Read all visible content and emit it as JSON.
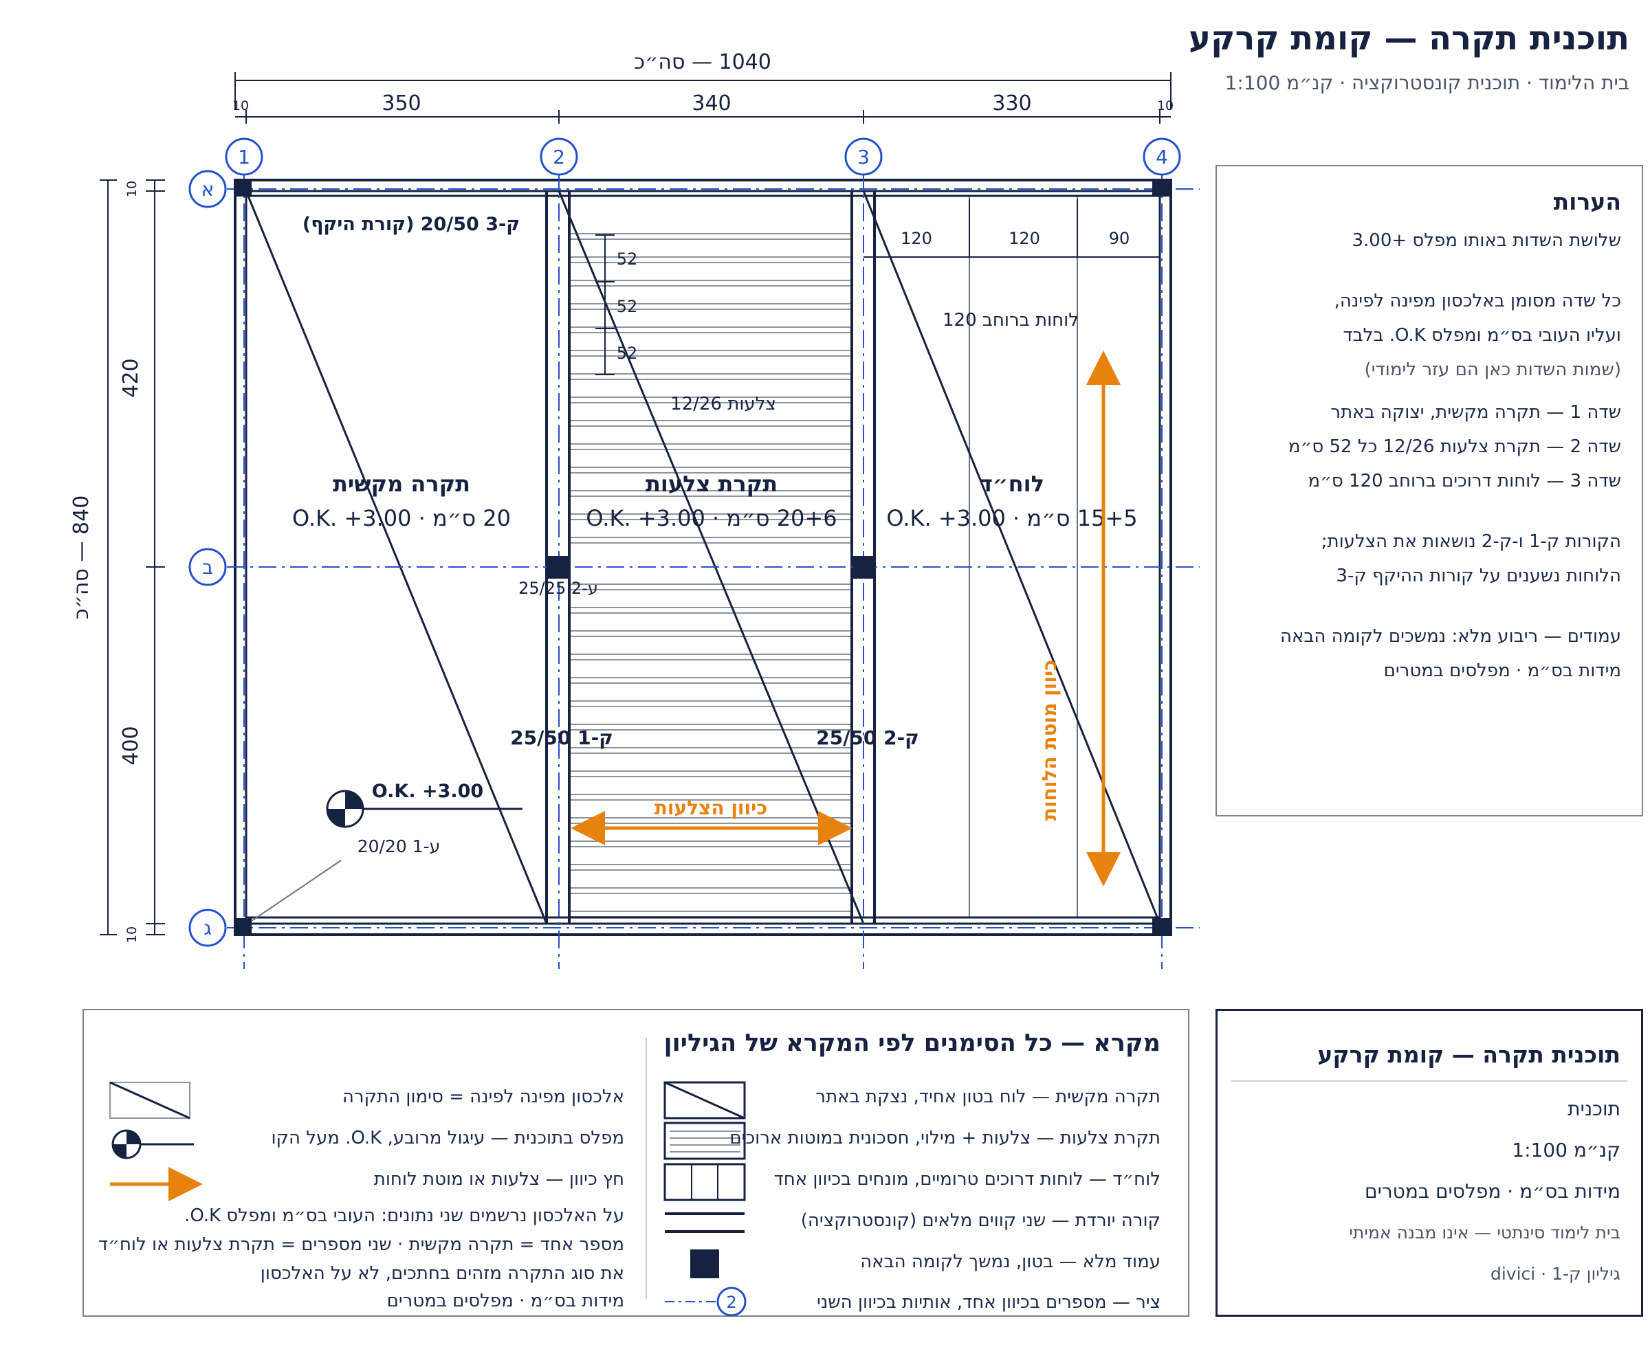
{
  "header": {
    "title": "תוכנית תקרה — קומת קרקע",
    "subtitle": "בית הלימוד · תוכנית קונסטרוקציה · קנ״מ 1:100"
  },
  "plan": {
    "dim_total_h": "1040 — סה״כ",
    "dim_total_v": "840 — סה״כ",
    "dim_spans": [
      "350",
      "340",
      "330"
    ],
    "dim_edge": "10",
    "dim_rows": [
      "420",
      "400"
    ],
    "grid_columns": [
      "1",
      "2",
      "3",
      "4"
    ],
    "grid_rows": [
      "א",
      "ב",
      "ג"
    ],
    "beam_perimeter": "ק-3 20/50 (קורת היקף)",
    "beam_1": "ק-1 25/50",
    "beam_2": "ק-2 25/50",
    "column_corner": "ע-1 20/20",
    "column_mid": "ע-2 25/25",
    "slab1_name": "תקרה מקשית",
    "slab1_spec": "20 ס״מ · O.K. +3.00",
    "slab2_name": "תקרת צלעות",
    "slab2_spec": "20+6 ס״מ · O.K. +3.00",
    "slab3_name": "לוח״ד",
    "slab3_spec": "15+5 ס״מ · O.K. +3.00",
    "rib_spacing": [
      "52",
      "52",
      "52"
    ],
    "rib_label": "צלעות 12/26",
    "plank_dims": [
      "120",
      "120",
      "90"
    ],
    "plank_label": "לוחות ברוחב 120",
    "rib_direction": "כיוון הצלעות",
    "plank_direction": "כיוון מוטת הלוחות",
    "level_tag": "O.K. +3.00"
  },
  "notes": {
    "title": "הערות",
    "lines": [
      "שלושת השדות באותו מפלס +3.00",
      "כל שדה מסומן באלכסון מפינה לפינה,",
      "ועליו העובי בס״מ ומפלס O.K. בלבד",
      "(שמות השדות כאן הם עזר לימודי)",
      "שדה 1 — תקרה מקשית, יצוקה באתר",
      "שדה 2 — תקרת צלעות 12/26 כל 52 ס״מ",
      "שדה 3 — לוחות דרוכים ברוחב 120 ס״מ",
      "הקורות ק-1 ו-ק-2 נושאות את הצלעות;",
      "הלוחות נשענים על קורות ההיקף ק-3",
      "עמודים — ריבוע מלא: נמשכים לקומה הבאה",
      "מידות בס״מ · מפלסים במטרים"
    ]
  },
  "legend": {
    "title": "מקרא — כל הסימנים לפי המקרא של הגיליון",
    "right_items": [
      "תקרה מקשית — לוח בטון אחיד, נצקת באתר",
      "תקרת צלעות — צלעות + מילוי, חסכונית במוטות ארוכים",
      "לוח״ד — לוחות דרוכים טרומיים, מונחים בכיוון אחד",
      "קורה יורדת — שני קווים מלאים (קונסטרוקציה)",
      "עמוד מלא — בטון, נמשך לקומה הבאה",
      "ציר — מספרים בכיוון אחד, אותיות בכיוון השני"
    ],
    "left_items": [
      "אלכסון מפינה לפינה = סימון התקרה",
      "מפלס בתוכנית — עיגול מרובע, O.K. מעל הקו",
      "חץ כיוון — צלעות או מוטת לוחות",
      "על האלכסון נרשמים שני נתונים: העובי בס״מ ומפלס O.K.",
      "מספר אחד = תקרה מקשית · שני מספרים = תקרת צלעות או לוח״ד",
      "את סוג התקרה מזהים בחתכים, לא על האלכסון",
      "מידות בס״מ · מפלסים במטרים"
    ],
    "axis_sample": "2"
  },
  "title_block": {
    "title": "תוכנית תקרה — קומת קרקע",
    "rows": [
      "תוכנית",
      "קנ״מ 1:100",
      "מידות בס״מ · מפלסים במטרים",
      "בית לימוד סינתטי — אינו מבנה אמיתי",
      "גיליון ק-1 · divici"
    ]
  },
  "colors": {
    "ink": "#16223f",
    "axis": "#2450c8",
    "accent": "#e8820e",
    "thin": "#6b7280"
  }
}
